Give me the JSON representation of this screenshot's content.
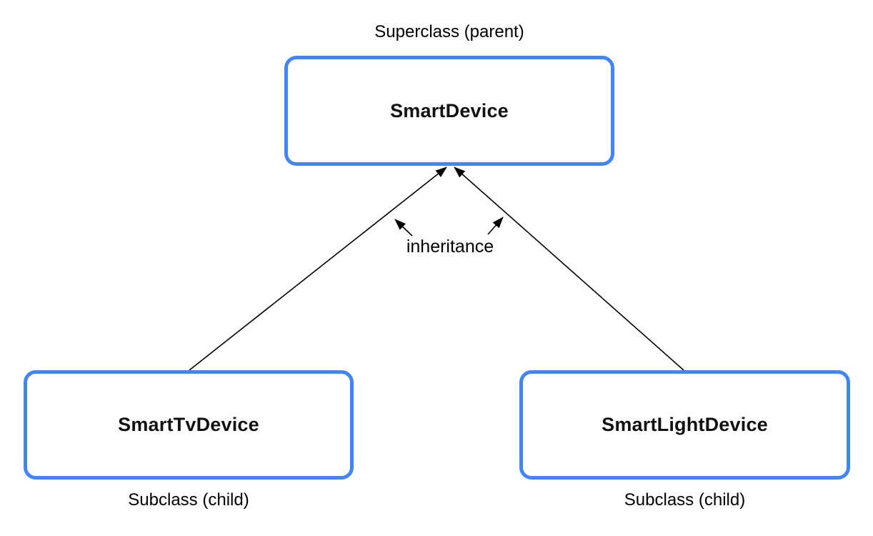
{
  "diagram": {
    "superclass": {
      "role_label": "Superclass (parent)",
      "name": "SmartDevice"
    },
    "relationship_label": "inheritance",
    "subclasses": [
      {
        "name": "SmartTvDevice",
        "role_label": "Subclass (child)"
      },
      {
        "name": "SmartLightDevice",
        "role_label": "Subclass (child)"
      }
    ],
    "colors": {
      "box_border": "#4285f4",
      "box_fill": "#ffffff",
      "arrow": "#000000",
      "text": "#000000",
      "background": "#ffffff"
    }
  }
}
